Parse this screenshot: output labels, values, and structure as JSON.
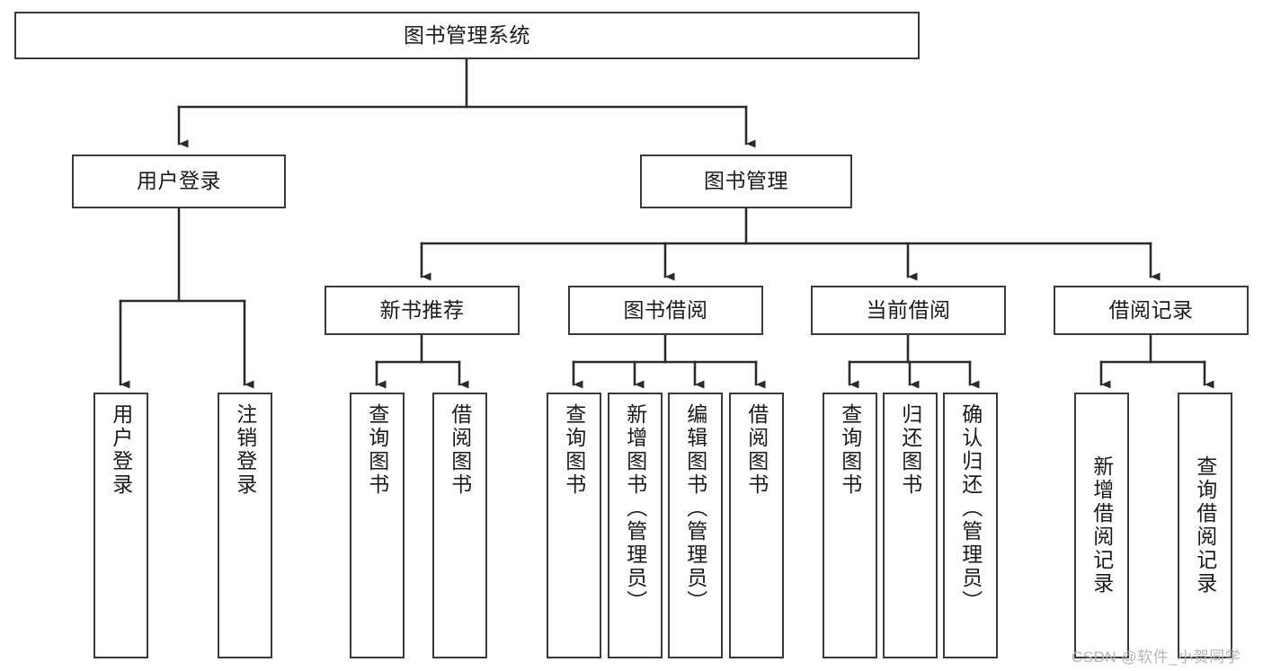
{
  "diagram": {
    "type": "tree-hierarchy-diagram",
    "title": "图书管理系统",
    "colors": {
      "box_stroke": "#3a3a3a",
      "box_fill": "#ffffff",
      "connector": "#2b2b2b",
      "text": "#1b1b1b",
      "watermark": "#b4b4b4",
      "background": "#ffffff"
    },
    "root": {
      "label": "图书管理系统"
    },
    "level2": [
      {
        "label": "用户登录"
      },
      {
        "label": "图书管理"
      }
    ],
    "level3": [
      {
        "label": "新书推荐"
      },
      {
        "label": "图书借阅"
      },
      {
        "label": "当前借阅"
      },
      {
        "label": "借阅记录"
      }
    ],
    "leaves": {
      "user_login": [
        {
          "label": "用户登录"
        },
        {
          "label": "注销登录"
        }
      ],
      "new_book_recommend": [
        {
          "label": "查询图书"
        },
        {
          "label": "借阅图书"
        }
      ],
      "book_borrow": [
        {
          "label": "查询图书"
        },
        {
          "label": "新增图书（管理员）"
        },
        {
          "label": "编辑图书（管理员）"
        },
        {
          "label": "借阅图书"
        }
      ],
      "current_borrow": [
        {
          "label": "查询图书"
        },
        {
          "label": "归还图书"
        },
        {
          "label": "确认归还（管理员）"
        }
      ],
      "borrow_record": [
        {
          "label": "新增借阅记录"
        },
        {
          "label": "查询借阅记录"
        }
      ]
    }
  },
  "watermark": {
    "text": "CSDN @软件_小贺同学"
  }
}
